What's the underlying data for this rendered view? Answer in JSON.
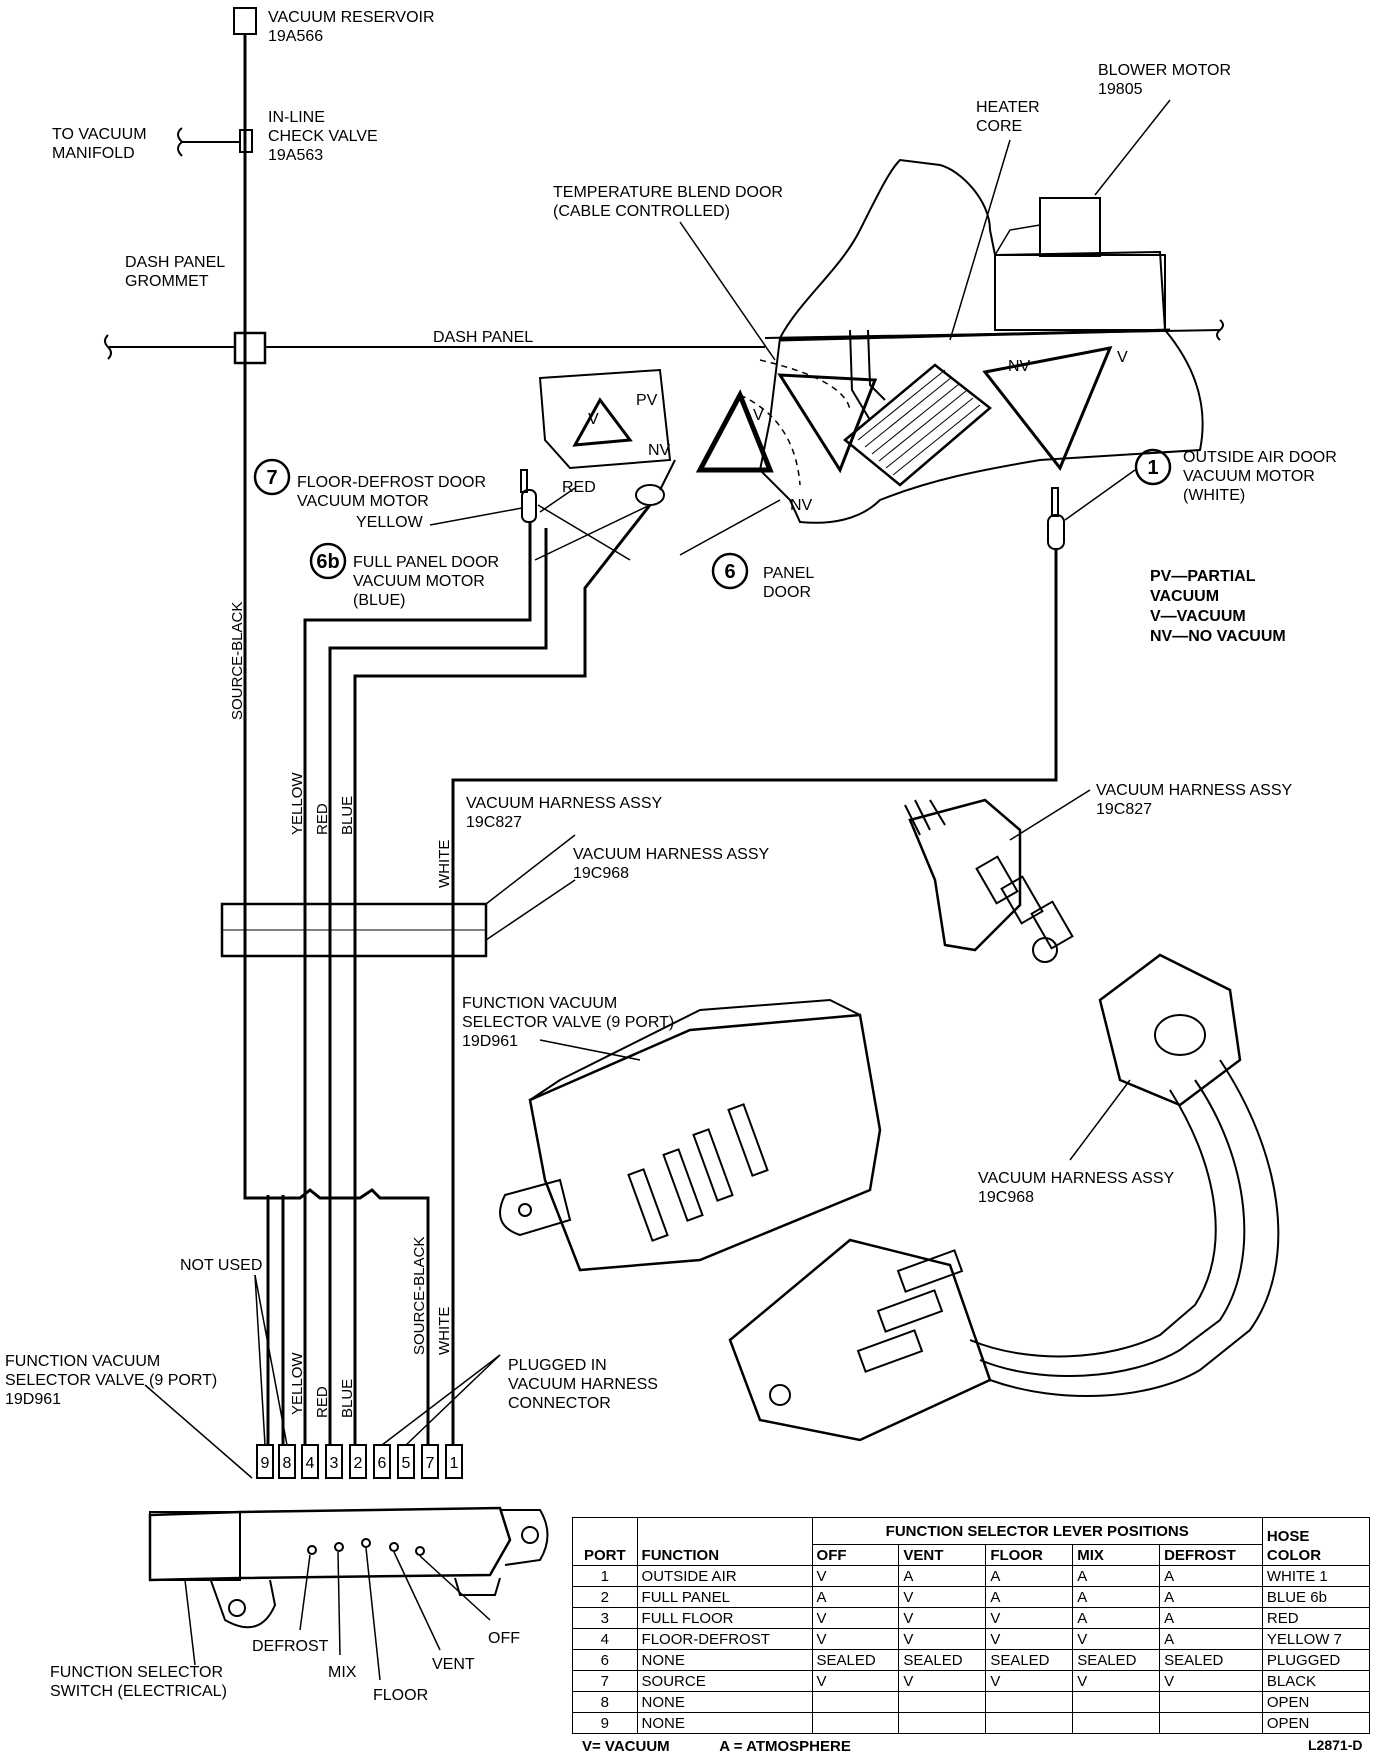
{
  "components": {
    "vacuum_reservoir": [
      "VACUUM RESERVOIR",
      "19A566"
    ],
    "vacuum_manifold": [
      "TO VACUUM",
      "MANIFOLD"
    ],
    "check_valve": [
      "IN-LINE",
      "CHECK VALVE",
      "19A563"
    ],
    "dash_grommet": [
      "DASH PANEL",
      "GROMMET"
    ],
    "dash_panel": "DASH PANEL",
    "blower_motor": [
      "BLOWER MOTOR",
      "19805"
    ],
    "heater_core": [
      "HEATER",
      "CORE"
    ],
    "temp_blend_door": [
      "TEMPERATURE BLEND DOOR",
      "(CABLE CONTROLLED)"
    ],
    "floor_defrost_motor": [
      "FLOOR-DEFROST DOOR",
      "VACUUM MOTOR"
    ],
    "full_panel_motor": [
      "FULL PANEL DOOR",
      "VACUUM MOTOR",
      "(BLUE)"
    ],
    "panel_door": [
      "PANEL",
      "DOOR"
    ],
    "outside_air_motor": [
      "OUTSIDE AIR DOOR",
      "VACUUM MOTOR",
      "(WHITE)"
    ],
    "harness_19c827": [
      "VACUUM HARNESS ASSY",
      "19C827"
    ],
    "harness_19c968": [
      "VACUUM HARNESS ASSY",
      "19C968"
    ],
    "harness_19c827_detail": [
      "VACUUM HARNESS ASSY",
      "19C827"
    ],
    "harness_19c968_detail": [
      "VACUUM HARNESS ASSY",
      "19C968"
    ],
    "selector_valve_detail": [
      "FUNCTION VACUUM",
      "SELECTOR VALVE (9 PORT)",
      "19D961"
    ],
    "selector_valve": [
      "FUNCTION VACUUM",
      "SELECTOR VALVE (9 PORT)",
      "19D961"
    ],
    "selector_switch": [
      "FUNCTION SELECTOR",
      "SWITCH (ELECTRICAL)"
    ],
    "not_used": "NOT USED",
    "plugged": [
      "PLUGGED IN",
      "VACUUM HARNESS",
      "CONNECTOR"
    ]
  },
  "callouts": {
    "c7": "7",
    "c6b": "6b",
    "c6": "6",
    "c1": "1",
    "yellow": "YELLOW",
    "red": "RED"
  },
  "door_marks": {
    "v": "V",
    "pv": "PV",
    "nv": "NV"
  },
  "vacuum_key": [
    "PV—PARTIAL",
    "VACUUM",
    "V—VACUUM",
    "NV—NO VACUUM"
  ],
  "hose_labels": {
    "source_black": "SOURCE-BLACK",
    "yellow": "YELLOW",
    "red": "RED",
    "blue": "BLUE",
    "white": "WHITE",
    "source_black_lower": "SOURCE-BLACK",
    "white_lower": "WHITE",
    "yellow_lower": "YELLOW",
    "red_lower": "RED",
    "blue_lower": "BLUE"
  },
  "ports": [
    "9",
    "8",
    "4",
    "3",
    "2",
    "6",
    "5",
    "7",
    "1"
  ],
  "switch_positions": [
    "DEFROST",
    "MIX",
    "FLOOR",
    "VENT",
    "OFF"
  ],
  "table": {
    "group_header": "FUNCTION SELECTOR LEVER POSITIONS",
    "columns": [
      "PORT",
      "FUNCTION",
      "OFF",
      "VENT",
      "FLOOR",
      "MIX",
      "DEFROST"
    ],
    "hose_color_header": [
      "HOSE",
      "COLOR"
    ],
    "rows": [
      [
        "1",
        "OUTSIDE AIR",
        "V",
        "A",
        "A",
        "A",
        "A",
        "WHITE 1"
      ],
      [
        "2",
        "FULL PANEL",
        "A",
        "V",
        "A",
        "A",
        "A",
        "BLUE 6b"
      ],
      [
        "3",
        "FULL FLOOR",
        "V",
        "V",
        "V",
        "A",
        "A",
        "RED"
      ],
      [
        "4",
        "FLOOR-DEFROST",
        "V",
        "V",
        "V",
        "V",
        "A",
        "YELLOW 7"
      ],
      [
        "6",
        "NONE",
        "SEALED",
        "SEALED",
        "SEALED",
        "SEALED",
        "SEALED",
        "PLUGGED"
      ],
      [
        "7",
        "SOURCE",
        "V",
        "V",
        "V",
        "V",
        "V",
        "BLACK"
      ],
      [
        "8",
        "NONE",
        "",
        "",
        "",
        "",
        "",
        "OPEN"
      ],
      [
        "9",
        "NONE",
        "",
        "",
        "",
        "",
        "",
        "OPEN"
      ]
    ]
  },
  "legend": {
    "v": "V= VACUUM",
    "a": "A = ATMOSPHERE"
  },
  "figure_id": "L2871-D"
}
